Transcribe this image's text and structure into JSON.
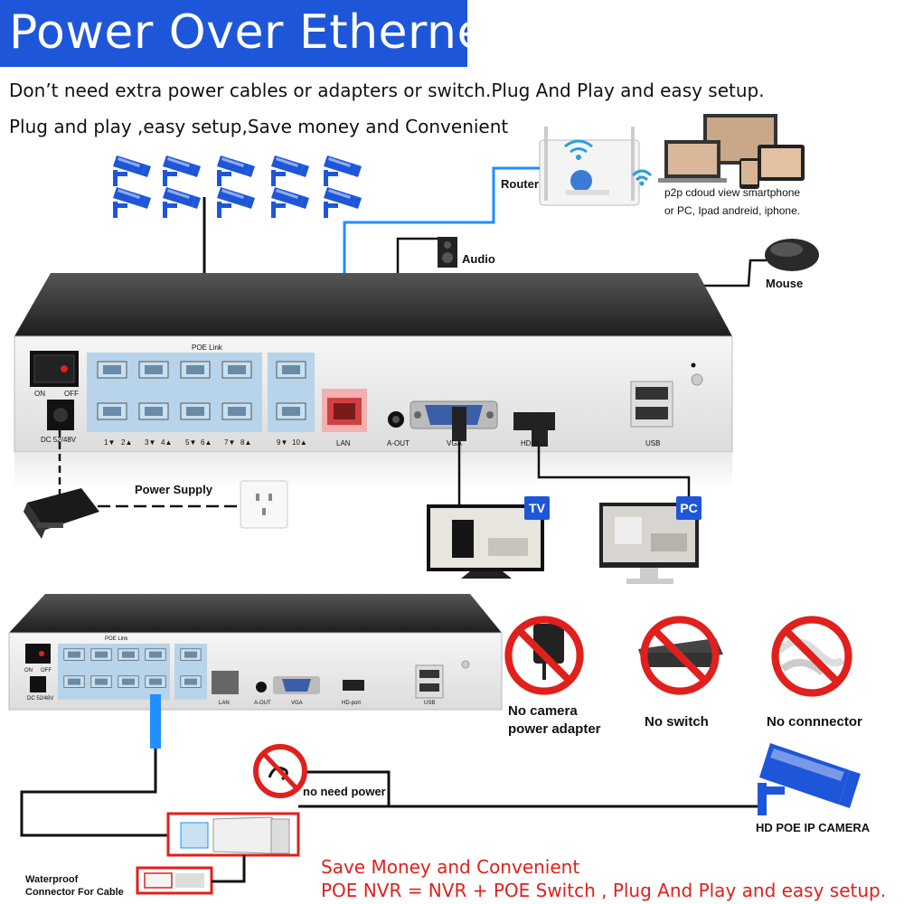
{
  "header": {
    "title": "Power Over Ethernet",
    "line1": "Don’t need extra power cables or adapters or switch.Plug And Play and easy setup.",
    "line2": "Plug and play ,easy setup,Save money and Convenient"
  },
  "diagram_labels": {
    "router": "Router",
    "p2p_line1": "p2p cdoud view smartphone",
    "p2p_line2": "or PC, Ipad andreid, iphone.",
    "audio": "Audio",
    "mouse": "Mouse",
    "power_supply": "Power Supply",
    "tv": "TV",
    "pc": "PC"
  },
  "nvr_panel": {
    "switch_on": "ON",
    "switch_off": "OFF",
    "dc_label": "DC 52/48V",
    "poe_link": "POE Link",
    "lan": "LAN",
    "aout": "A-OUT",
    "vga": "VGA",
    "hdmi": "HDMI",
    "usb": "USB",
    "port_nums": [
      "1▼",
      "2▲",
      "3▼",
      "4▲",
      "5▼",
      "6▲",
      "7▼",
      "8▲",
      "9▼",
      "10▲"
    ]
  },
  "nvr_small": {
    "switch_on": "ON",
    "switch_off": "OFF",
    "dc_label": "DC 52/48V",
    "poe_link": "POE Link",
    "lan": "LAN",
    "aout": "A-OUT",
    "vga": "VGA",
    "hd_port": "HD-port",
    "usb": "USB"
  },
  "prohibitions": [
    {
      "line1": "No camera",
      "line2": "power adapter"
    },
    {
      "line1": "No switch",
      "line2": ""
    },
    {
      "line1": "No connnector",
      "line2": ""
    }
  ],
  "bottom": {
    "no_need_power": "no need power",
    "camera_label": "HD POE IP CAMERA",
    "waterproof_line1": "Waterproof",
    "waterproof_line2": "Connector For Cable",
    "save_line1": "Save Money and Convenient",
    "save_line2": "POE NVR = NVR + POE Switch , Plug And Play and easy setup."
  },
  "colors": {
    "brand_blue": "#1e56d9",
    "cable_blue": "#1e90ff",
    "prohibit_red": "#e0201c",
    "nvr_dark": "#2e2e2e",
    "nvr_panel": "#f0f0f0"
  }
}
